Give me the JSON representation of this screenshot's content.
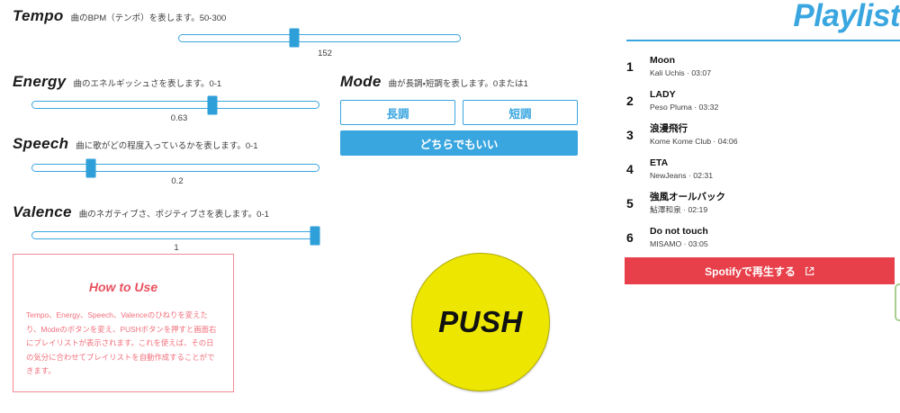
{
  "params": [
    {
      "id": "tempo",
      "title": "Tempo",
      "desc": "曲のBPM（テンポ）を表します。50-300",
      "value": "152",
      "min": 50,
      "max": 300,
      "numeric": 152
    },
    {
      "id": "energy",
      "title": "Energy",
      "desc": "曲のエネルギッシュさを表します。0-1",
      "value": "0.63",
      "min": 0,
      "max": 1,
      "numeric": 0.63
    },
    {
      "id": "speech",
      "title": "Speech",
      "desc": "曲に歌がどの程度入っているかを表します。0-1",
      "value": "0.2",
      "min": 0,
      "max": 1,
      "numeric": 0.2
    },
    {
      "id": "valence",
      "title": "Valence",
      "desc": "曲のネガティブさ、ポジティブさを表します。0-1",
      "value": "1",
      "min": 0,
      "max": 1,
      "numeric": 1
    }
  ],
  "mode": {
    "title": "Mode",
    "desc": "曲が長調・短調を表します。0または1",
    "major_label": "長調",
    "minor_label": "短調",
    "any_label": "どちらでもいい"
  },
  "howto": {
    "title": "How to Use",
    "body": "Tempo、Energy、Speech、Valenceのひねりを変えたり、Modeのボタンを変え、PUSHボタンを押すと画面右にプレイリストが表示されます。これを使えば、その日の気分に合わせてプレイリストを自動作成することができます。"
  },
  "push": {
    "label": "PUSH"
  },
  "playlist": {
    "title": "Playlist",
    "tracks": [
      {
        "num": "1",
        "name": "Moon",
        "meta": "Kali Uchis · 03:07"
      },
      {
        "num": "2",
        "name": "LADY",
        "meta": "Peso Pluma · 03:32"
      },
      {
        "num": "3",
        "name": "浪漫飛行",
        "meta": "Kome Kome Club · 04:06"
      },
      {
        "num": "4",
        "name": "ETA",
        "meta": "NewJeans · 02:31"
      },
      {
        "num": "5",
        "name": "強風オールバック",
        "meta": "鮎澤和泉 · 02:19"
      },
      {
        "num": "6",
        "name": "Do not touch",
        "meta": "MISAMO · 03:05"
      }
    ],
    "spotify_label": "Spotifyで再生する"
  },
  "colors": {
    "accent_blue": "#3aa6e0",
    "spotify_red": "#e8404a",
    "push_yellow": "#ece600",
    "howto_pink": "#f1707c",
    "edge_green": "#a8cf8e"
  }
}
